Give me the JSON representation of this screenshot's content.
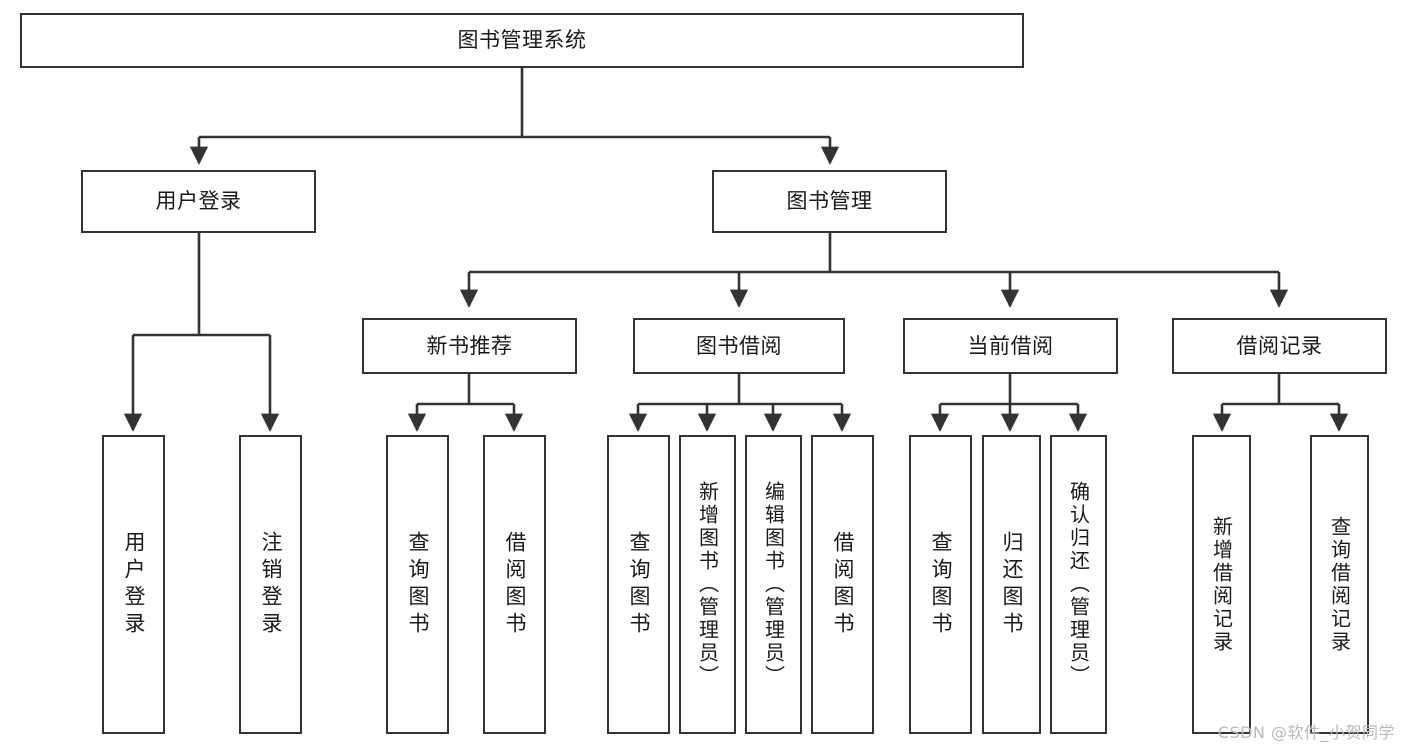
{
  "diagram": {
    "title": "图书管理系统",
    "watermark": "CSDN @软件_小贺同学",
    "root": {
      "label": "图书管理系统"
    },
    "level2": [
      {
        "label": "用户登录"
      },
      {
        "label": "图书管理"
      }
    ],
    "level3": [
      {
        "label": "新书推荐"
      },
      {
        "label": "图书借阅"
      },
      {
        "label": "当前借阅"
      },
      {
        "label": "借阅记录"
      }
    ],
    "leaves": {
      "user_login": [
        {
          "label": "用户登录"
        },
        {
          "label": "注销登录"
        }
      ],
      "new_book": [
        {
          "label": "查询图书"
        },
        {
          "label": "借阅图书"
        }
      ],
      "book_borrow": [
        {
          "label": "查询图书"
        },
        {
          "label": "新增图书（管理员）"
        },
        {
          "label": "编辑图书（管理员）"
        },
        {
          "label": "借阅图书"
        }
      ],
      "current_borrow": [
        {
          "label": "查询图书"
        },
        {
          "label": "归还图书"
        },
        {
          "label": "确认归还（管理员）"
        }
      ],
      "borrow_record": [
        {
          "label": "新增借阅记录"
        },
        {
          "label": "查询借阅记录"
        }
      ]
    },
    "colors": {
      "stroke": "#333333",
      "fill": "#ffffff",
      "text": "#1a1a1a",
      "watermark": "#b9b9b9"
    }
  }
}
